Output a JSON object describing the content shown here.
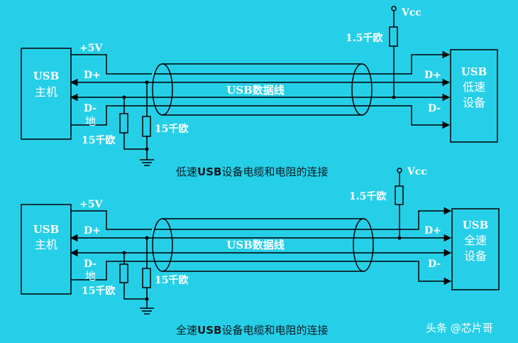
{
  "low_speed": {
    "host": {
      "line1": "USB",
      "line2": "主机"
    },
    "device": {
      "line1": "USB",
      "line2": "低速",
      "line3": "设备"
    },
    "v5": "+5V",
    "dplus_host": "D+",
    "dminus_host": "D-",
    "ground_host": "地",
    "dplus_dev": "D+",
    "dminus_dev": "D-",
    "cable": "USB数据线",
    "vcc": "Vcc",
    "r_pullup": "1.5千欧",
    "r_dminus": "15千欧",
    "r_dplus": "15千欧",
    "caption_prefix": "低速",
    "caption_bold": "USB",
    "caption_suffix": "设备电缆和电阻的连接"
  },
  "full_speed": {
    "host": {
      "line1": "USB",
      "line2": "主机"
    },
    "device": {
      "line1": "USB",
      "line2": "全速",
      "line3": "设备"
    },
    "v5": "+5V",
    "dplus_host": "D+",
    "dminus_host": "D-",
    "ground_host": "地",
    "dplus_dev": "D+",
    "dminus_dev": "D-",
    "cable": "USB数据线",
    "vcc": "Vcc",
    "r_pullup": "1.5千欧",
    "r_dminus": "15千欧",
    "r_dplus": "15千欧",
    "caption_prefix": "全速",
    "caption_bold": "USB",
    "caption_suffix": "设备电缆和电阻的连接"
  },
  "watermark": "头条 @芯片哥",
  "colors": {
    "background": "#26cfe8",
    "lines": "#000000",
    "text": "#ffffff"
  }
}
